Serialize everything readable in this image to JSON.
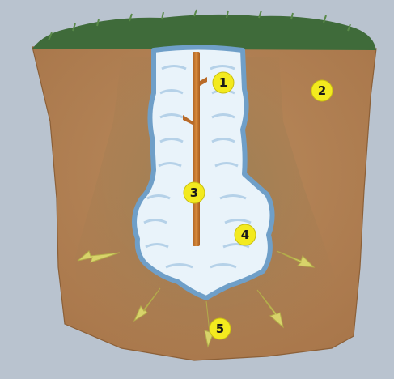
{
  "colors": {
    "sky": "#b9c3cf",
    "soil": "#b07d4f",
    "soil_dark": "#9a6c45",
    "grass": "#3f6b3a",
    "water": "#e9f3fa",
    "water_edge": "#6f9fc8",
    "stake": "#c9772c",
    "marker_fill": "#f3ea1f",
    "arrow": "#d8d36a"
  },
  "markers": [
    {
      "label": "1"
    },
    {
      "label": "2"
    },
    {
      "label": "3"
    },
    {
      "label": "4"
    },
    {
      "label": "5"
    }
  ]
}
